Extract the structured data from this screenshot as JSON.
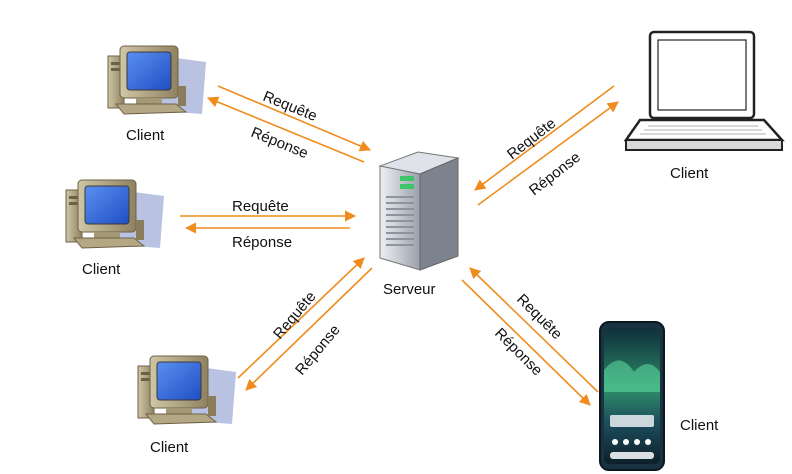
{
  "diagram": {
    "server_label": "Serveur",
    "request_label": "Requête",
    "response_label": "Réponse",
    "arrow_color": "#f08c1e",
    "clients": [
      {
        "label": "Client",
        "device": "desktop-computer-icon"
      },
      {
        "label": "Client",
        "device": "desktop-computer-icon"
      },
      {
        "label": "Client",
        "device": "desktop-computer-icon"
      },
      {
        "label": "Client",
        "device": "laptop-icon"
      },
      {
        "label": "Client",
        "device": "smartphone-icon"
      }
    ]
  }
}
